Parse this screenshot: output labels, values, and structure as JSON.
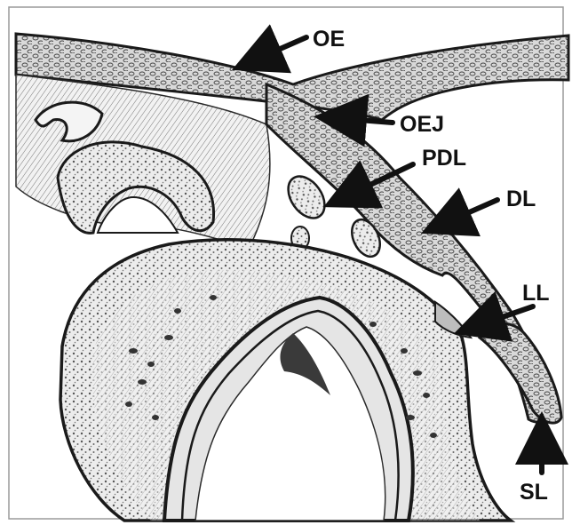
{
  "figure": {
    "labels": {
      "oe": "OE",
      "oej": "OEJ",
      "pdl": "PDL",
      "dl": "DL",
      "ll": "LL",
      "sl": "SL"
    },
    "colors": {
      "ink": "#111111",
      "tissue": "#e9e9e9",
      "dense": "#bdbdbd",
      "background": "#ffffff"
    }
  }
}
